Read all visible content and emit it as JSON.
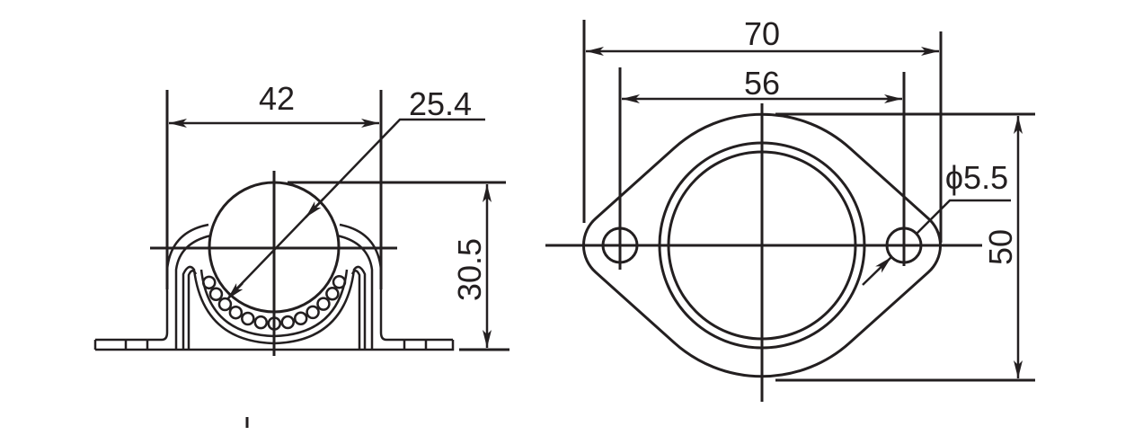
{
  "title": "Ball transfer unit dimensional drawing",
  "front_view": {
    "width_dim": "42",
    "ball_dia_dim": "25.4",
    "height_dim": "30.5"
  },
  "top_view": {
    "overall_width_dim": "70",
    "hole_pitch_dim": "56",
    "hole_dia_dim": "ϕ5.5",
    "height_dim": "50"
  },
  "colors": {
    "line": "#231f20",
    "background": "#ffffff"
  }
}
